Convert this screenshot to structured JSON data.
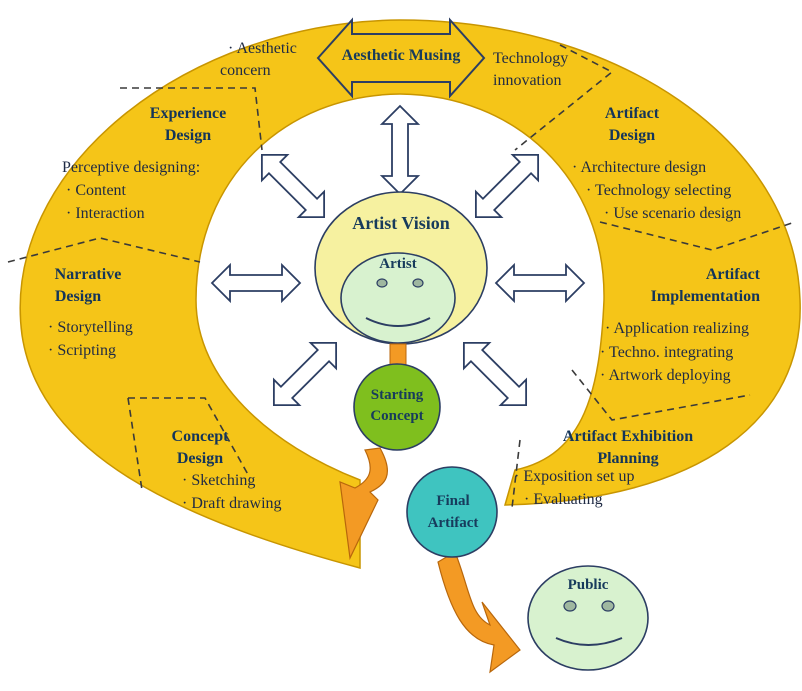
{
  "center": {
    "aesthetic_musing": "Aesthetic Musing",
    "artist_vision": "Artist Vision",
    "artist": "Artist",
    "starting_concept": [
      "Starting",
      "Concept"
    ],
    "final_artifact": [
      "Final",
      "Artifact"
    ],
    "public": "Public"
  },
  "sections": {
    "aesthetic_left": [
      "· Aesthetic",
      "concern"
    ],
    "technology_right": [
      "Technology",
      "innovation"
    ],
    "experience": {
      "title": [
        "Experience",
        "Design"
      ],
      "items": [
        "Perceptive designing:",
        "· Content",
        "· Interaction"
      ]
    },
    "artifact_design": {
      "title": [
        "Artifact",
        "Design"
      ],
      "items": [
        "· Architecture design",
        "· Technology selecting",
        "· Use scenario design"
      ]
    },
    "narrative": {
      "title": [
        "Narrative",
        "Design"
      ],
      "items": [
        "· Storytelling",
        "· Scripting"
      ]
    },
    "implementation": {
      "title": [
        "Artifact",
        "Implementation"
      ],
      "items": [
        "· Application realizing",
        "· Techno. integrating",
        "· Artwork deploying"
      ]
    },
    "concept": {
      "title": [
        "Concept",
        "Design"
      ],
      "items": [
        "· Sketching",
        "· Draft drawing"
      ]
    },
    "exhibition": {
      "title": [
        "Artifact Exhibition",
        "Planning"
      ],
      "items": [
        "· Exposition set up",
        "· Evaluating"
      ]
    }
  },
  "colors": {
    "ring": "#f5c518",
    "ring_stroke": "#d29a00",
    "vision": "#f6f1a0",
    "face": "#d8f2cf",
    "starting": "#7fbf1e",
    "final": "#3fc4c0",
    "orange": "#f39a24"
  }
}
